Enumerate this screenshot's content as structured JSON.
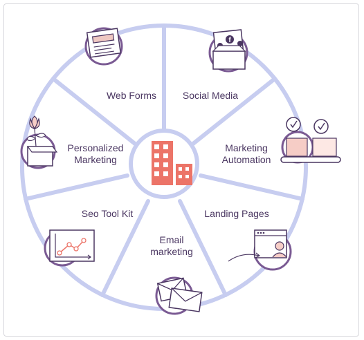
{
  "diagram": {
    "center_icon": "office-building-icon",
    "colors": {
      "ring": "#c7cdf0",
      "spoke": "#c7cdf0",
      "badge_stroke": "#7a5a93",
      "ink": "#4a3661",
      "accent": "#ec7468",
      "accent_light": "#f6cdc6"
    },
    "segments": [
      {
        "label": "Web Forms",
        "icon": "web-form-document-icon"
      },
      {
        "label": "Social Media",
        "icon": "social-media-box-icon"
      },
      {
        "label": "Marketing\nAutomation",
        "icon": "conveyor-checkmark-boxes-icon"
      },
      {
        "label": "Landing Pages",
        "icon": "browser-user-profile-icon"
      },
      {
        "label": "Email\nmarketing",
        "icon": "envelopes-icon"
      },
      {
        "label": "Seo Tool Kit",
        "icon": "line-graph-icon"
      },
      {
        "label": "Personalized\nMarketing",
        "icon": "flower-in-box-icon"
      }
    ]
  }
}
